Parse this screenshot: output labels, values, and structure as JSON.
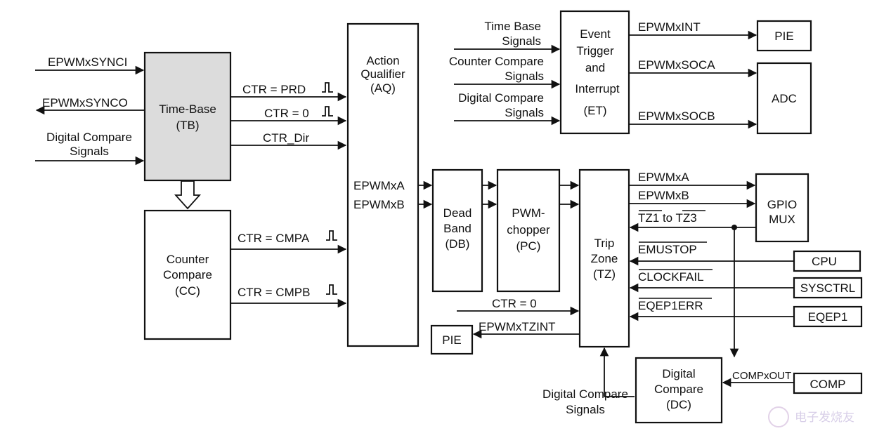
{
  "blocks": {
    "tb": [
      "Time-Base",
      "(TB)"
    ],
    "cc": [
      "Counter",
      "Compare",
      "(CC)"
    ],
    "aq": [
      "Action",
      "Qualifier",
      "(AQ)"
    ],
    "et": [
      "Event",
      "Trigger",
      "and",
      "Interrupt",
      "(ET)"
    ],
    "db": [
      "Dead",
      "Band",
      "(DB)"
    ],
    "pc": [
      "PWM-",
      "chopper",
      "(PC)"
    ],
    "tz": [
      "Trip",
      "Zone",
      "(TZ)"
    ],
    "dc": [
      "Digital",
      "Compare",
      "(DC)"
    ],
    "pie_top": "PIE",
    "adc": "ADC",
    "gpio": [
      "GPIO",
      "MUX"
    ],
    "cpu": "CPU",
    "sysctrl": "SYSCTRL",
    "eqep1": "EQEP1",
    "pie_bottom": "PIE",
    "comp": "COMP"
  },
  "signals": {
    "syncin": "EPWMxSYNCI",
    "syncout": "EPWMxSYNCO",
    "dc_signals_tb": [
      "Digital Compare",
      "Signals"
    ],
    "ctr_prd": "CTR = PRD",
    "ctr_zero": "CTR = 0",
    "ctr_dir": "CTR_Dir",
    "ctr_cmpa": "CTR = CMPA",
    "ctr_cmpb": "CTR = CMPB",
    "epwmxa_aq": "EPWMxA",
    "epwmxb_aq": "EPWMxB",
    "timebase_signals": [
      "Time Base",
      "Signals"
    ],
    "cc_signals": [
      "Counter Compare",
      "Signals"
    ],
    "dc_signals_et": [
      "Digital Compare",
      "Signals"
    ],
    "epwmxint": "EPWMxINT",
    "epwmxsoca": "EPWMxSOCA",
    "epwmxsocb": "EPWMxSOCB",
    "epwmxa_out": "EPWMxA",
    "epwmxb_out": "EPWMxB",
    "tz1_tz3": "TZ1 to TZ3",
    "emustop": "EMUSTOP",
    "clockfail": "CLOCKFAIL",
    "eqep1err": "EQEP1ERR",
    "ctr_zero_tz": "CTR = 0",
    "epwmxtzint": "EPWMxTZINT",
    "dc_signals_dc": [
      "Digital Compare",
      "Signals"
    ],
    "compxout": "COMPxOUT"
  },
  "watermark": "电子发烧友"
}
